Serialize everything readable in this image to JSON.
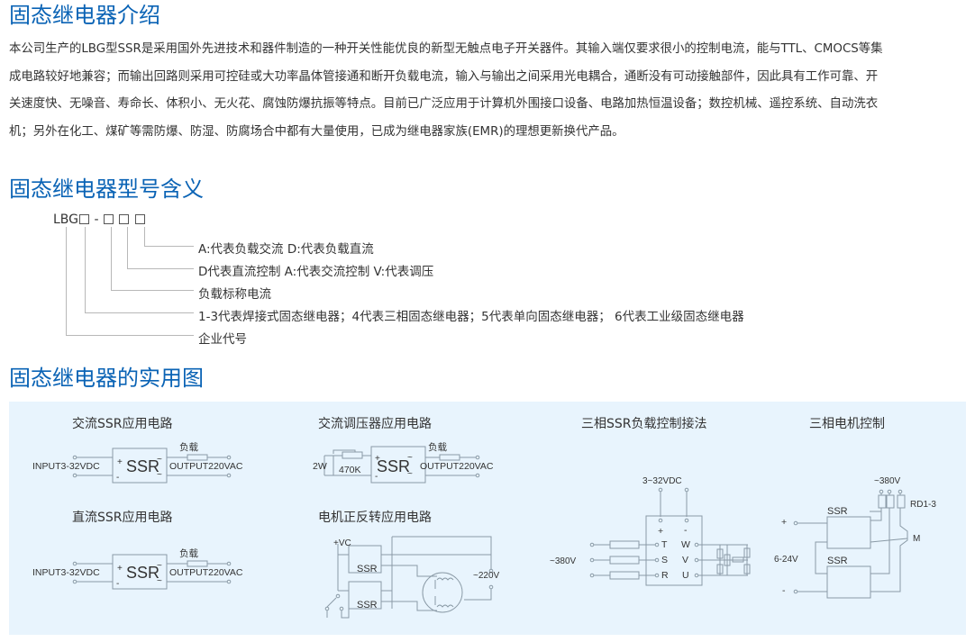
{
  "sections": {
    "intro": {
      "title": "固态继电器介绍",
      "lines": [
        "本公司生产的LBG型SSR是采用国外先进技术和器件制造的一种开关性能优良的新型无触点电子开关器件。其输入端仅要求很小的控制电流，能与TTL、CMOCS等集",
        "成电路较好地兼容；而输出回路则采用可控硅或大功率晶体管接通和断开负载电流，输入与输出之间采用光电耦合，通断没有可动接触部件，因此具有工作可靠、开",
        "关速度快、无噪音、寿命长、体积小、无火花、腐蚀防爆抗振等特点。目前已广泛应用于计算机外围接口设备、电路加热恒温设备；数控机械、遥控系统、自动洗衣",
        "机；另外在化工、煤矿等需防爆、防湿、防腐场合中都有大量使用，已成为继电器家族(EMR)的理想更新换代产品。"
      ]
    },
    "model": {
      "title": "固态继电器型号含义",
      "code_prefix": "LBG",
      "code_dash": "-",
      "labels": [
        "A:代表负载交流  D:代表负载直流",
        "D代表直流控制   A:代表交流控制    V:代表调压",
        "负载标称电流",
        "1-3代表焊接式固态继电器；4代表三相固态继电器；5代表单向固态继电器；  6代表工业级固态继电器",
        "企业代号"
      ]
    },
    "diagrams": {
      "title": "固态继电器的实用图",
      "ac_ssr": {
        "title": "交流SSR应用电路",
        "input": "INPUT3-32VDC",
        "ssr": "SSR",
        "load": "负载",
        "output": "OUTPUT220VAC"
      },
      "ac_regulator": {
        "title": "交流调压器应用电路",
        "power": "2W",
        "resistor": "470K",
        "ssr": "SSR",
        "load": "负载",
        "output": "OUTPUT220VAC"
      },
      "dc_ssr": {
        "title": "直流SSR应用电路",
        "input": "INPUT3-32VDC",
        "ssr": "SSR",
        "load": "负载",
        "output": "OUTPUT220VAC"
      },
      "motor_reverse": {
        "title": "电机正反转应用电路",
        "vc": "+VC",
        "ssr1": "SSR",
        "ssr2": "SSR",
        "ac": "~220V"
      },
      "three_phase_load": {
        "title": "三相SSR负载控制接法",
        "dc": "3~32VDC",
        "plus": "+",
        "minus": "-",
        "ac": "~380V",
        "in_t": "T",
        "in_s": "S",
        "in_r": "R",
        "out_w": "W",
        "out_v": "V",
        "out_u": "U"
      },
      "three_phase_motor": {
        "title": "三相电机控制",
        "ac": "~380V",
        "fuse": "RD1-3",
        "ssr1": "SSR",
        "ssr2": "SSR",
        "plus": "+",
        "minus": "-",
        "voltage": "6-24V",
        "motor": "M"
      }
    }
  },
  "colors": {
    "heading": "#0a63b5",
    "text": "#333333",
    "panel_bg": "#e8f4fd",
    "wire": "#8a9aa6"
  }
}
